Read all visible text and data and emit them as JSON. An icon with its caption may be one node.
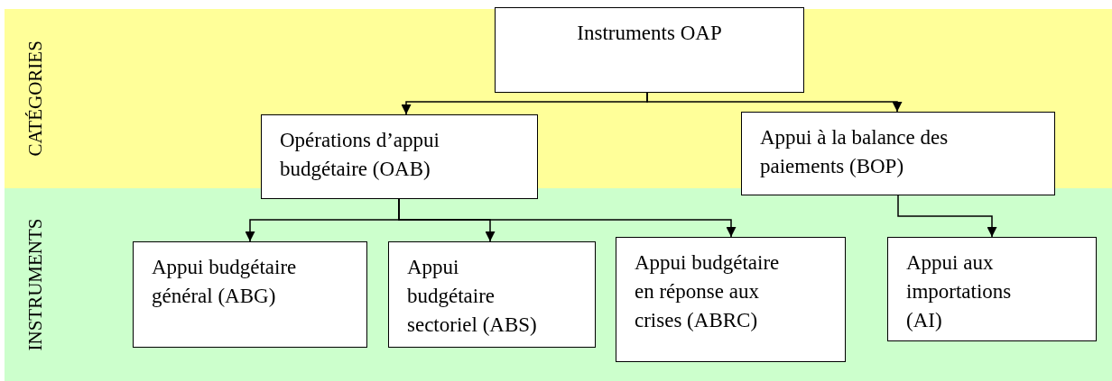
{
  "diagram": {
    "nodes": [
      {
        "text": [
          "Instruments OAP"
        ]
      },
      {
        "text": [
          "Opérations d’appui budgétaire (OAB)"
        ]
      },
      {
        "text": [
          "Appui à la balance des paiements (BOP)"
        ]
      },
      {
        "text": [
          "Appui budgétaire général (ABG)"
        ]
      },
      {
        "text": [
          "Appui budgétaire sectoriel (ABS)"
        ]
      },
      {
        "text": [
          "Appui budgétaire en réponse aux crises (ABRC)"
        ]
      },
      {
        "text": [
          "Appui aux importations (AI)"
        ]
      }
    ],
    "edges": [
      {
        "from": 0,
        "to": 1,
        "arrow": "to"
      },
      {
        "from": 0,
        "to": 2,
        "arrow": "to"
      },
      {
        "from": 1,
        "to": 3,
        "arrow": "to"
      },
      {
        "from": 1,
        "to": 4,
        "arrow": "to"
      },
      {
        "from": 1,
        "to": 5,
        "arrow": "to"
      },
      {
        "from": 2,
        "to": 6,
        "arrow": "to"
      }
    ],
    "labels": [
      "CATÉGORIES",
      "INSTRUMENTS"
    ]
  }
}
